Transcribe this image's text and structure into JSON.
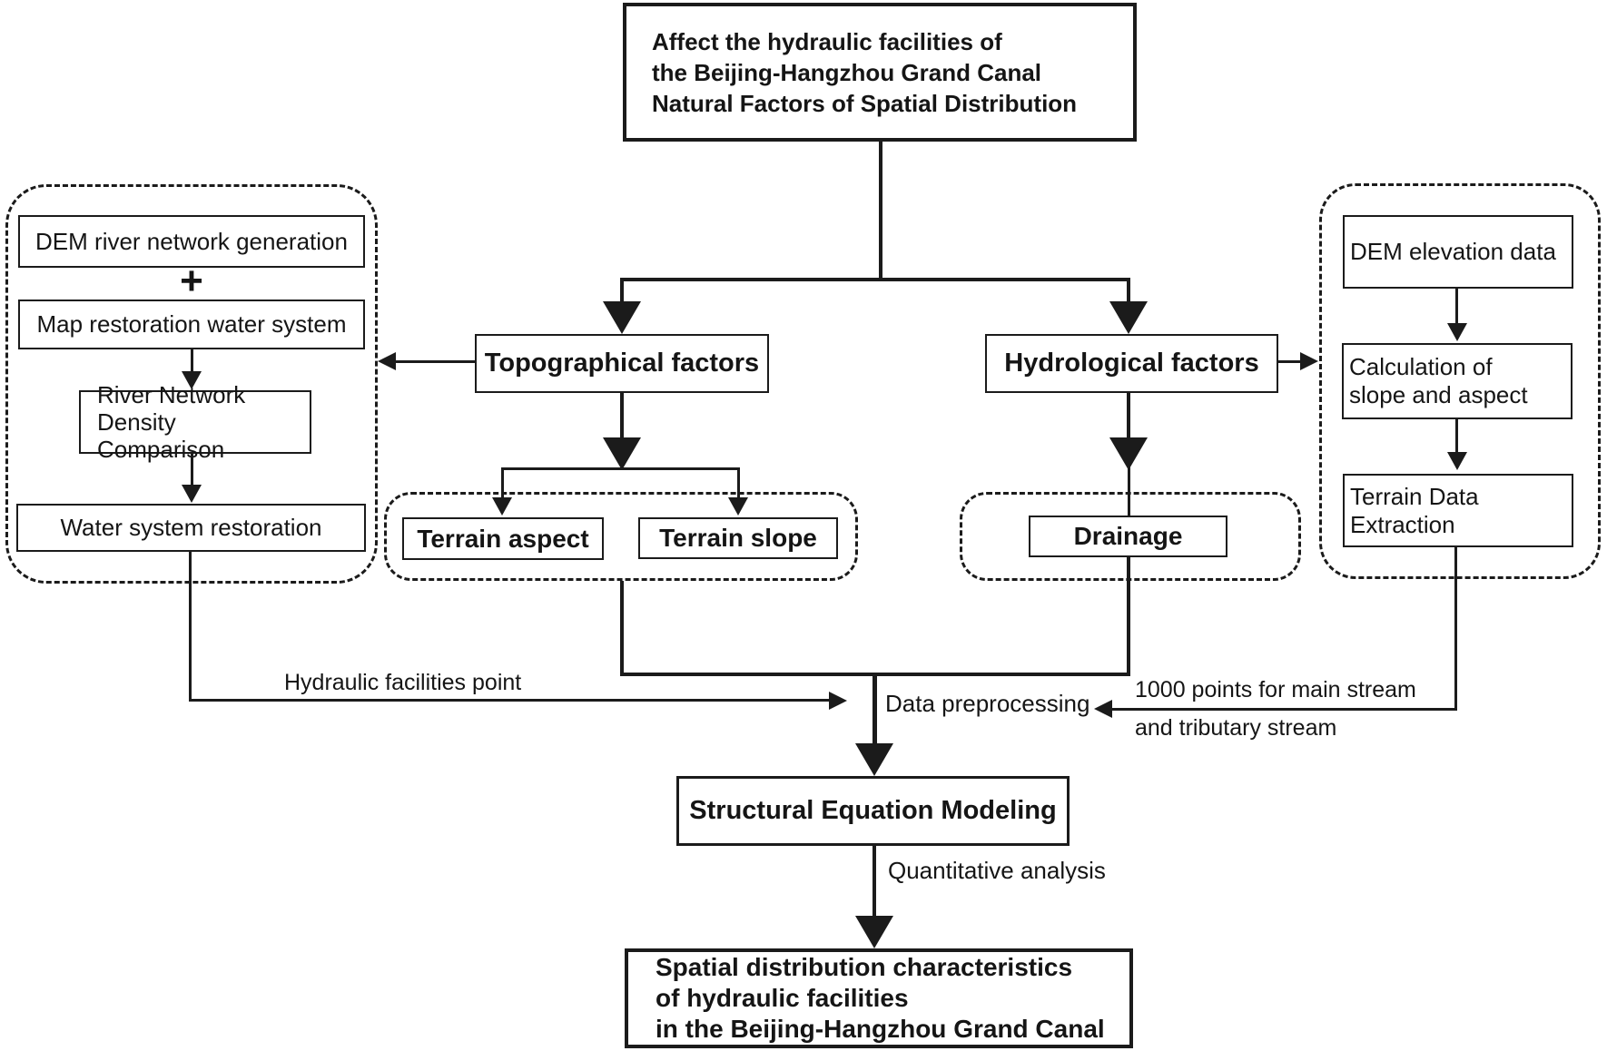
{
  "top_box": {
    "line1": "Affect the hydraulic facilities of",
    "line2": "the Beijing-Hangzhou Grand Canal",
    "line3": "Natural Factors of Spatial Distribution"
  },
  "left_group": {
    "dem_river": "DEM river network generation",
    "plus": "+",
    "map_restoration": "Map restoration water system",
    "density_line1": "River Network",
    "density_line2": "Density Comparison",
    "water_restoration": "Water system restoration"
  },
  "factors": {
    "topographical": "Topographical factors",
    "hydrological": "Hydrological factors"
  },
  "terrain": {
    "aspect": "Terrain aspect",
    "slope": "Terrain slope"
  },
  "drainage": "Drainage",
  "right_group": {
    "dem_elevation": "DEM elevation data",
    "calc_line1": "Calculation of",
    "calc_line2": "slope and aspect",
    "extract_line1": "Terrain Data",
    "extract_line2": "Extraction"
  },
  "annotations": {
    "hydraulic_point": "Hydraulic facilities point",
    "data_preprocessing": "Data preprocessing",
    "points_line1": "1000 points for main stream",
    "points_line2": "and tributary stream",
    "quantitative": "Quantitative analysis"
  },
  "sem": "Structural Equation Modeling",
  "bottom_box": {
    "line1": "Spatial distribution characteristics",
    "line2": "of hydraulic facilities",
    "line3": "in the Beijing-Hangzhou Grand Canal"
  }
}
